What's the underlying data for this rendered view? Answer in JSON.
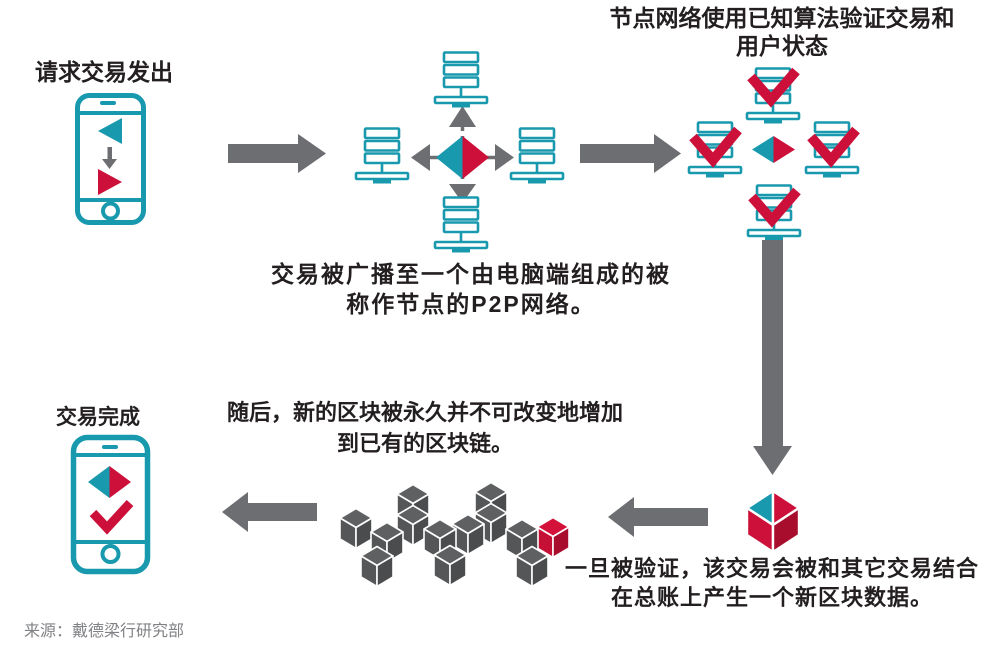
{
  "palette": {
    "background": "#FFFFFF",
    "teal": "#1999AE",
    "red": "#CD1039",
    "red_dark": "#A90D2E",
    "arrow_gray": "#6D6E71",
    "cube_gray": "#58595B",
    "text": "#231F20",
    "source_text": "#808285"
  },
  "steps": {
    "request": {
      "title": "请求交易发出"
    },
    "broadcast": {
      "caption_line1": "交易被广播至一个由电脑端组成的被",
      "caption_line2": "称作节点的P2P网络。"
    },
    "validate": {
      "title_line1": "节点网络使用已知算法验证交易和",
      "title_line2": "用户状态"
    },
    "combine": {
      "caption_line1": "一旦被验证，该交易会被和其它交易结合",
      "caption_line2": "在总账上产生一个新区块数据。"
    },
    "append": {
      "caption_line1": "随后，新的区块被永久并不可改变地增加",
      "caption_line2": "到已有的区块链。"
    },
    "complete": {
      "title": "交易完成"
    }
  },
  "source": "来源：戴德梁行研究部",
  "icons": {
    "phone_sending": "smartphone-with-receive-and-send-triangles",
    "p2p_network": "four-servers-around-transaction-diamond",
    "validated_network": "four-servers-with-red-checkmarks-around-diamond",
    "new_block": "red-teal-cube",
    "blockchain": "cluster-of-gray-cubes-with-one-red-cube",
    "phone_complete": "smartphone-with-diamond-and-checkmark"
  }
}
